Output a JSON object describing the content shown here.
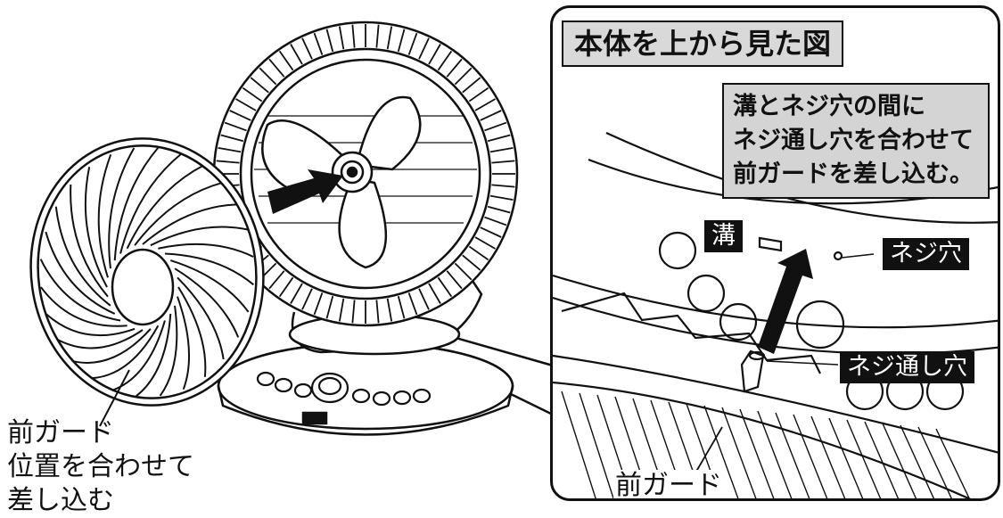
{
  "main_labels": {
    "front_guard_line1": "前ガード",
    "front_guard_line2": "位置を合わせて",
    "front_guard_line3": "差し込む"
  },
  "inset": {
    "title": "本体を上から見た図",
    "note_lines": [
      "溝とネジ穴の間に",
      "ネジ通し穴を合わせて",
      "前ガードを差し込む。"
    ],
    "tag_groove": "溝",
    "tag_screw_hole": "ネジ穴",
    "tag_screw_through_hole": "ネジ通し穴",
    "caption_front_guard": "前ガード"
  }
}
